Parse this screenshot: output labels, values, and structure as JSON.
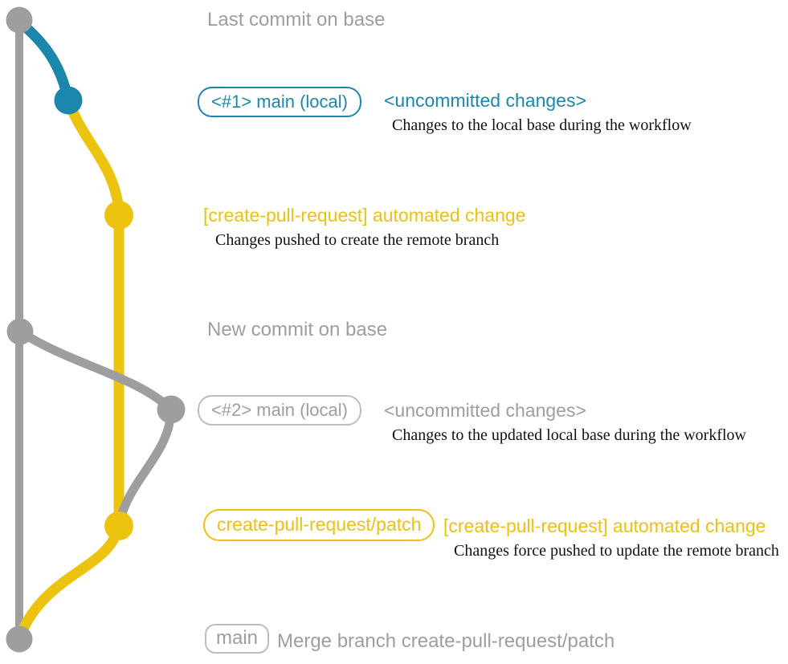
{
  "colors": {
    "gray": "#9e9e9e",
    "teal": "#1b87ac",
    "yellow": "#ecc30f",
    "gray_border": "#bdbdbd",
    "description_text": "#111111"
  },
  "graph": {
    "nodes": [
      {
        "id": "last-commit-on-base",
        "color": "gray"
      },
      {
        "id": "main-local-1",
        "color": "teal"
      },
      {
        "id": "automated-change-1",
        "color": "yellow"
      },
      {
        "id": "new-commit-on-base",
        "color": "gray"
      },
      {
        "id": "main-local-2",
        "color": "gray"
      },
      {
        "id": "automated-change-2",
        "color": "yellow"
      },
      {
        "id": "merge-commit",
        "color": "gray"
      }
    ],
    "edges": [
      {
        "from": "last-commit-on-base",
        "to": "merge-commit",
        "color": "gray",
        "name": "base-branch"
      },
      {
        "from": "last-commit-on-base",
        "to": "main-local-1",
        "color": "teal",
        "name": "local-main-1"
      },
      {
        "from": "main-local-1",
        "to": "automated-change-2",
        "color": "yellow",
        "name": "create-pull-request-patch"
      },
      {
        "from": "new-commit-on-base",
        "to": "main-local-2",
        "color": "gray",
        "name": "local-main-2"
      },
      {
        "from": "main-local-2",
        "to": "automated-change-2",
        "color": "gray",
        "name": "rebase-to-patch"
      },
      {
        "from": "automated-change-2",
        "to": "merge-commit",
        "color": "yellow",
        "name": "merge-into-base"
      }
    ]
  },
  "annotations": {
    "last_commit_title": "Last commit on base",
    "row1": {
      "branch_label": "<#1> main (local)",
      "headline": "<uncommitted changes>",
      "description": "Changes to the local base during the workflow"
    },
    "row2": {
      "headline": "[create-pull-request] automated change",
      "description": "Changes pushed to create the remote branch"
    },
    "new_commit_title": "New commit on base",
    "row3": {
      "branch_label": "<#2> main (local)",
      "headline": "<uncommitted changes>",
      "description": "Changes to the updated local base during the workflow"
    },
    "row4": {
      "branch_label": "create-pull-request/patch",
      "headline": "[create-pull-request] automated change",
      "description": "Changes force pushed to update the remote branch"
    },
    "row5": {
      "branch_label": "main",
      "commit_message": "Merge branch create-pull-request/patch"
    }
  }
}
